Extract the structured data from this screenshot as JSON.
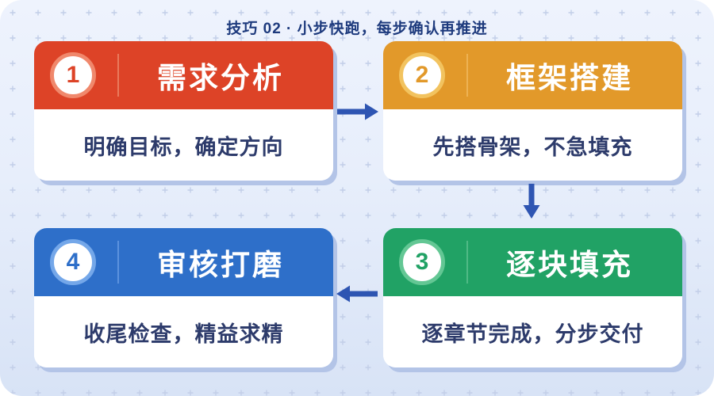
{
  "title": "技巧 02 · 小步快跑，每步确认再推进",
  "colors": {
    "arrow": "#2e55b2",
    "title_text": "#1d3a7d",
    "body_text": "#2d3b6b",
    "card_shadow": "#b3c4e7",
    "pattern": "#c2cee8"
  },
  "steps": [
    {
      "number": "1",
      "title": "需求分析",
      "desc": "明确目标，确定方向",
      "color": "#dd4327",
      "ring": "#f0886c",
      "divider": "#e97a5c"
    },
    {
      "number": "2",
      "title": "框架搭建",
      "desc": "先搭骨架，不急填充",
      "color": "#e2992a",
      "ring": "#f2c35f",
      "divider": "#edb253"
    },
    {
      "number": "3",
      "title": "逐块填充",
      "desc": "逐章节完成，分步交付",
      "color": "#21a265",
      "ring": "#63c794",
      "divider": "#4fba85"
    },
    {
      "number": "4",
      "title": "审核打磨",
      "desc": "收尾检查，精益求精",
      "color": "#2e6fc9",
      "ring": "#74a7e9",
      "divider": "#5c92de"
    }
  ],
  "arrows": [
    {
      "name": "arrow-1-to-2",
      "direction": "right"
    },
    {
      "name": "arrow-2-to-3",
      "direction": "down"
    },
    {
      "name": "arrow-3-to-4",
      "direction": "left"
    }
  ]
}
